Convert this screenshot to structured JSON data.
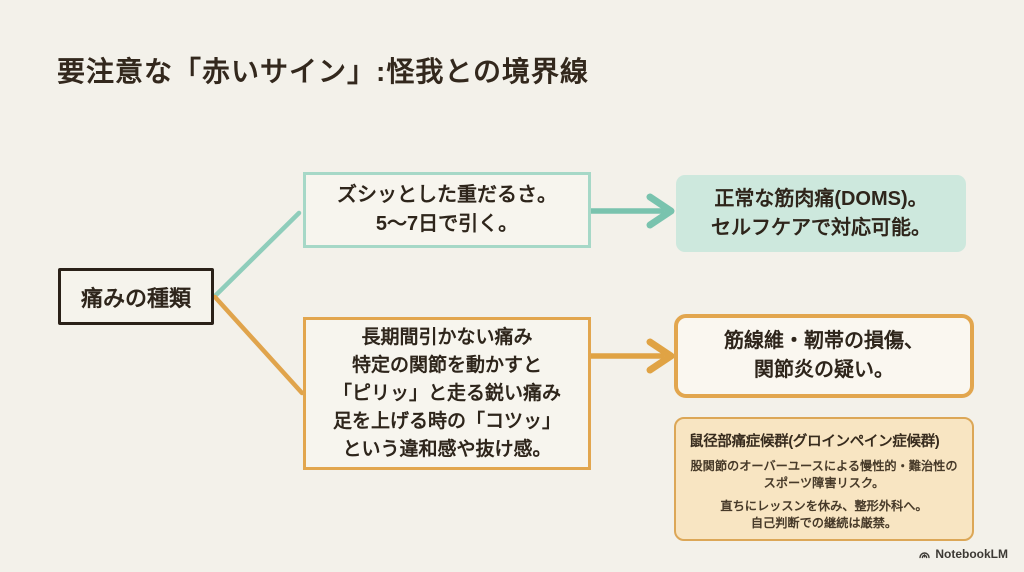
{
  "slide": {
    "title": "要注意な「赤いサイン」:怪我との境界線",
    "brand": "NotebookLM"
  },
  "colors": {
    "background": "#f3f1ea",
    "teal_line": "#8fcdbb",
    "teal_border": "#a6d8c7",
    "teal_fill": "#cde8dd",
    "orange": "#e1a64e",
    "tan_fill": "#f8e5c2",
    "ink": "#2e251b"
  },
  "diagram": {
    "root_label": "痛みの種類",
    "normal_branch": {
      "symptom": [
        "ズシッとした重だるさ。",
        "5〜7日で引く。"
      ],
      "diagnosis": [
        "正常な筋肉痛(DOMS)。",
        "セルフケアで対応可能。"
      ]
    },
    "warning_branch": {
      "symptom": [
        "長期間引かない痛み",
        "特定の関節を動かすと",
        "「ピリッ」と走る鋭い痛み",
        "足を上げる時の「コツッ」",
        "という違和感や抜け感。"
      ],
      "diagnosis": [
        "筋線維・靭帯の損傷、",
        "関節炎の疑い。"
      ],
      "note": {
        "heading": "鼠径部痛症候群(グロインペイン症候群)",
        "body1": [
          "股関節のオーバーユースによる慢性的・難治性の",
          "スポーツ障害リスク。"
        ],
        "body2": [
          "直ちにレッスンを休み、整形外科へ。",
          "自己判断での継続は厳禁。"
        ]
      }
    }
  }
}
